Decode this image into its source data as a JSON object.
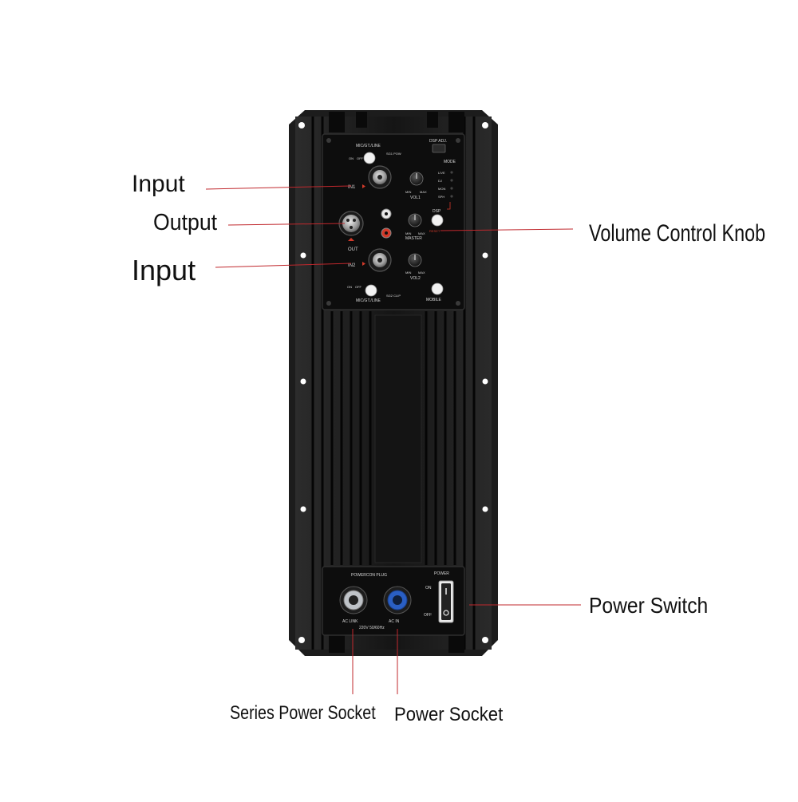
{
  "callouts": {
    "input_top": "Input",
    "output": "Output",
    "input_bottom": "Input",
    "volume_knob": "Volume Control Knob",
    "power_switch": "Power Switch",
    "series_power_socket": "Series Power Socket",
    "power_socket": "Power Socket"
  },
  "panel": {
    "top": {
      "dsp_adj": "DSP ADJ.",
      "mic_line_top": "MIC/GT./LINE",
      "on": "ON",
      "off": "OFF",
      "sig_pow": "SG1 POW",
      "mode": "MODE",
      "modes": [
        "LIVE",
        "DJ",
        "MON",
        "SPH"
      ],
      "in1": "IN1",
      "vol1": "VOL1",
      "min": "MIN",
      "max": "MAX",
      "out": "OUT",
      "dsp": "DSP",
      "reset": "RESET",
      "master": "MASTER",
      "in2": "IN2",
      "vol2": "VOL2",
      "mic_line_bottom": "MIC/GT./LINE",
      "sig_clip": "SG2 CLIP",
      "mobile": "MOBILE"
    },
    "bottom": {
      "powercon_plug": "POWERCON PLUG",
      "power": "POWER",
      "on": "ON",
      "off": "OFF",
      "ac_link": "AC LINK",
      "ac_in": "AC IN",
      "rating": "220V  50/60Hz"
    }
  },
  "colors": {
    "leader_line": "#c0282d",
    "heatsink": "#1a1a1a",
    "panel": "#0e0e0e",
    "label_text": "#d8d8d8",
    "accent_red": "#d23a2a",
    "ac_in_blue": "#2a5fc4",
    "ac_link_grey": "#bfc3c8"
  }
}
